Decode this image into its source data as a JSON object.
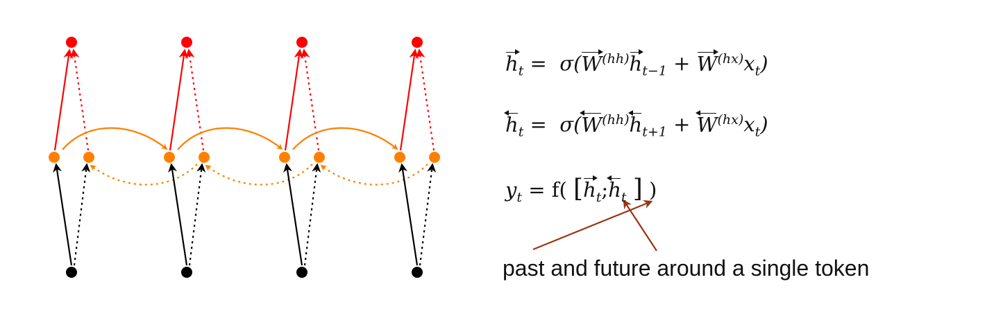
{
  "diagram": {
    "timesteps": 4,
    "colors": {
      "input_node": "#000000",
      "hidden_node": "#ff8000",
      "output_node": "#ff0000",
      "recurrent_arrow": "#ff8000",
      "output_arrow": "#ff0000",
      "input_arrow": "#000000",
      "annotation_arrow": "#9a3412"
    },
    "connections": {
      "forward_recurrent": "solid",
      "backward_recurrent": "dotted",
      "forward_to_output": "solid",
      "backward_to_output": "dotted",
      "input_to_forward": "solid",
      "input_to_backward": "dotted"
    }
  },
  "equations": {
    "forward": {
      "lhs": "h",
      "lhs_sub": "t",
      "assign": "=",
      "sigma": "σ(",
      "w": "W",
      "w_sup": "(hh)",
      "h": "h",
      "h_sub": "t−1",
      "plus": "+",
      "w2": "W",
      "w2_sup": "(hx)",
      "x": "x",
      "x_sub": "t",
      "close": ")"
    },
    "backward": {
      "lhs": "h",
      "lhs_sub": "t",
      "assign": "=",
      "sigma": "σ(",
      "w": "W",
      "w_sup": "(hh)",
      "h": "h",
      "h_sub": "t+1",
      "plus": "+",
      "w2": "W",
      "w2_sup": "(hx)",
      "x": "x",
      "x_sub": "t",
      "close": ")"
    },
    "output": {
      "lhs": "y",
      "lhs_sub": "t",
      "assign": "= f(",
      "open_bracket": "[",
      "h1": "h",
      "h1_sub": "t",
      "sep": ";",
      "h2": "h",
      "h2_sub": "t",
      "close_bracket": "]",
      "close": ")"
    }
  },
  "annotation": {
    "text": "past and future around a single token"
  }
}
